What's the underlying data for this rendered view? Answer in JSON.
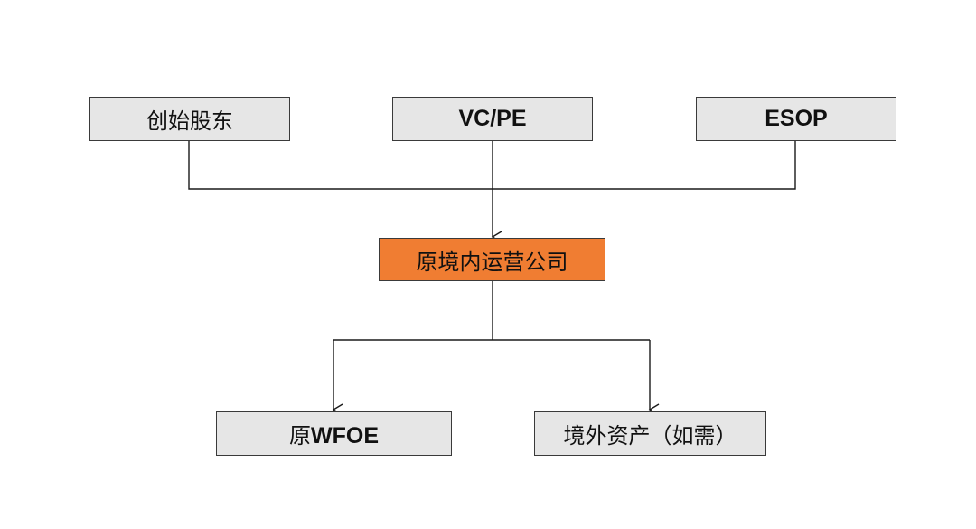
{
  "diagram": {
    "colors": {
      "box_fill": "#e6e6e6",
      "highlight_fill": "#f07d32",
      "border": "#3a3a3a",
      "line": "#1a1a1a"
    },
    "nodes": {
      "founders": "创始股东",
      "vcpe": "VC/PE",
      "esop": "ESOP",
      "opco": "原境内运营公司",
      "wfoe_prefix": "原",
      "wfoe_suffix": "WFOE",
      "overseas": "境外资产（如需）"
    }
  }
}
